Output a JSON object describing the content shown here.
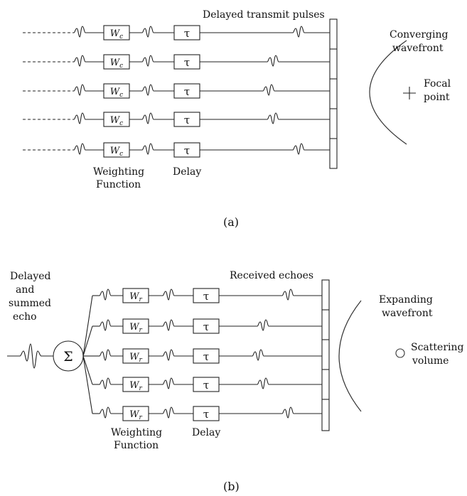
{
  "diagram_a": {
    "top_label": "Delayed transmit pulses",
    "weight_symbol": "W",
    "weight_subscript": "c",
    "delay_symbol": "τ",
    "weighting_label_line1": "Weighting",
    "weighting_label_line2": "Function",
    "delay_label": "Delay",
    "wavefront_label_line1": "Converging",
    "wavefront_label_line2": "wavefront",
    "point_label_line1": "Focal",
    "point_label_line2": "point",
    "caption": "(a)"
  },
  "diagram_b": {
    "left_label_line1": "Delayed",
    "left_label_line2": "and",
    "left_label_line3": "summed",
    "left_label_line4": "echo",
    "sum_symbol": "Σ",
    "top_label": "Received echoes",
    "weight_symbol": "W",
    "weight_subscript": "r",
    "delay_symbol": "τ",
    "weighting_label_line1": "Weighting",
    "weighting_label_line2": "Function",
    "delay_label": "Delay",
    "wavefront_label_line1": "Expanding",
    "wavefront_label_line2": "wavefront",
    "point_label_line1": "Scattering",
    "point_label_line2": "volume",
    "caption": "(b)"
  }
}
